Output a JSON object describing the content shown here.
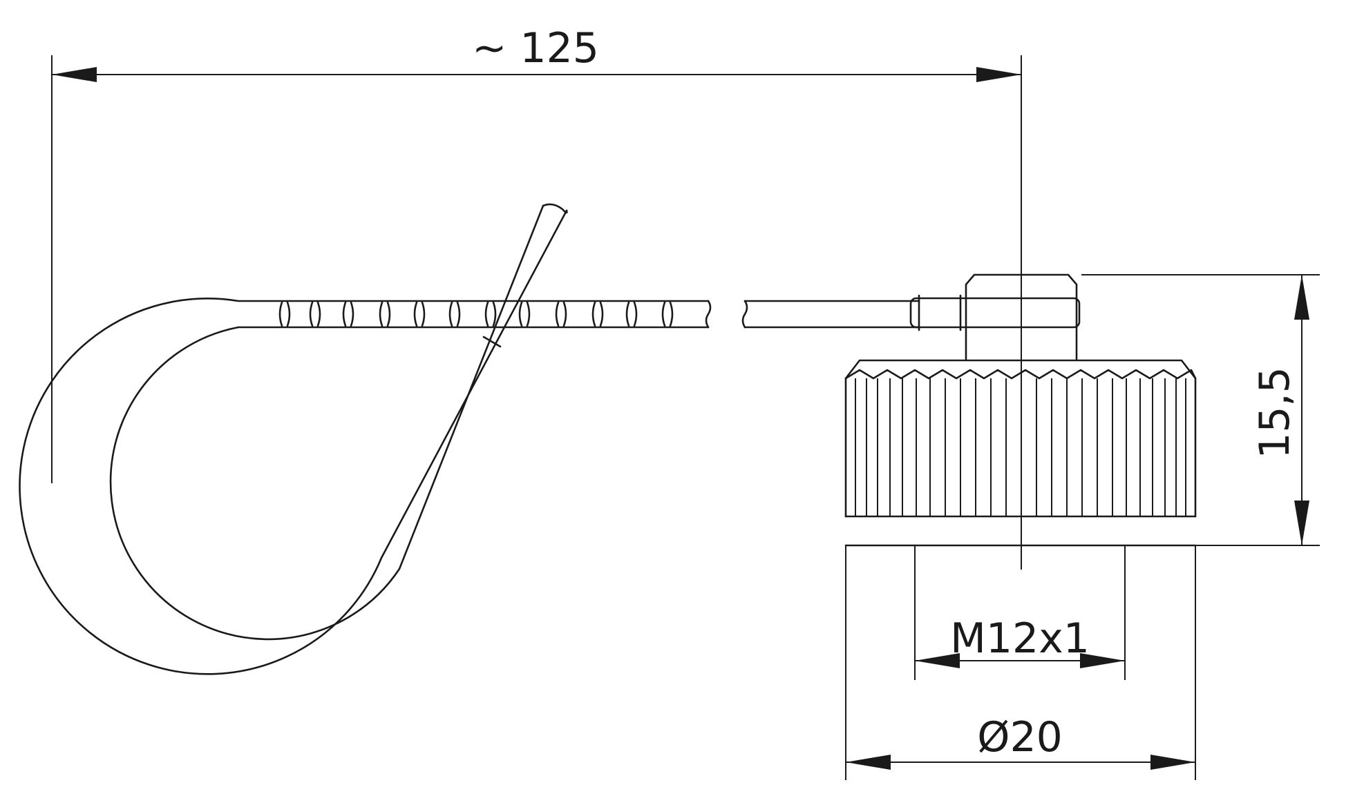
{
  "dimensions": {
    "overall_length": "~ 125",
    "height": "15,5",
    "thread": "M12x1",
    "diameter_symbol": "Ø",
    "diameter_value": "20"
  }
}
